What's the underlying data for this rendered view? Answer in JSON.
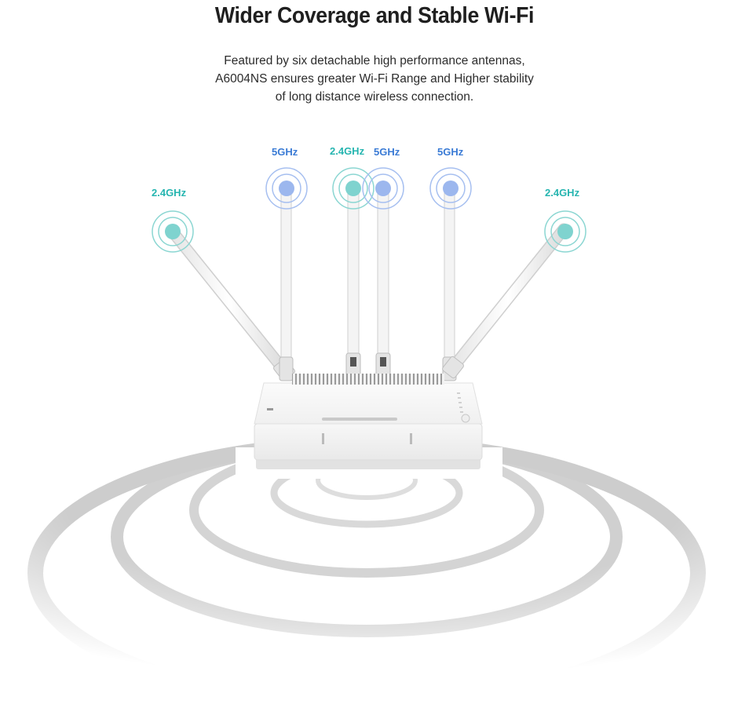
{
  "header": {
    "title": "Wider Coverage and Stable Wi-Fi",
    "description_lines": [
      "Featured by six detachable high performance antennas,",
      "A6004NS ensures greater Wi-Fi Range and Higher stability",
      "of long distance wireless connection."
    ]
  },
  "antennas": [
    {
      "label": "2.4GHz",
      "band": "2.4"
    },
    {
      "label": "5GHz",
      "band": "5"
    },
    {
      "label": "2.4GHz",
      "band": "2.4"
    },
    {
      "label": "5GHz",
      "band": "5"
    },
    {
      "label": "5GHz",
      "band": "5"
    },
    {
      "label": "2.4GHz",
      "band": "2.4"
    }
  ],
  "colors": {
    "band_2_4": "#26b5b0",
    "band_5": "#3a7bd5",
    "text": "#1f1f1f"
  }
}
